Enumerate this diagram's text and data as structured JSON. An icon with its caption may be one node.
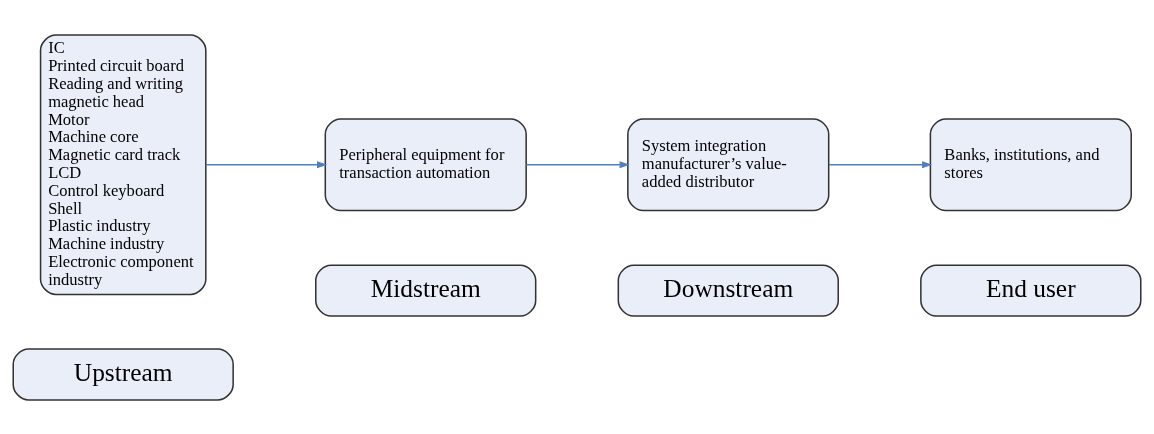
{
  "diagram": {
    "nodes": [
      {
        "text": [
          "Upstream"
        ]
      },
      {
        "text": [
          "Midstream"
        ]
      },
      {
        "text": [
          "Downstream"
        ]
      },
      {
        "text": [
          "End user"
        ]
      },
      {
        "text": [
          "IC",
          "Printed circuit board",
          "Reading and writing magnetic head",
          "Motor",
          "Machine core",
          "Magnetic card track",
          "LCD",
          "Control keyboard",
          "Shell",
          "Plastic industry",
          "Machine industry",
          "Electronic component industry"
        ]
      },
      {
        "text": [
          "Peripheral equipment for transaction automation"
        ]
      },
      {
        "text": [
          "System integration manufacturer’s value-added distributor"
        ]
      },
      {
        "text": [
          "Banks, institutions, and stores"
        ]
      }
    ],
    "edges": [
      {
        "from": 4,
        "to": 5,
        "arrow": "to"
      },
      {
        "from": 5,
        "to": 6,
        "arrow": "to"
      },
      {
        "from": 6,
        "to": 7,
        "arrow": "to"
      }
    ]
  }
}
